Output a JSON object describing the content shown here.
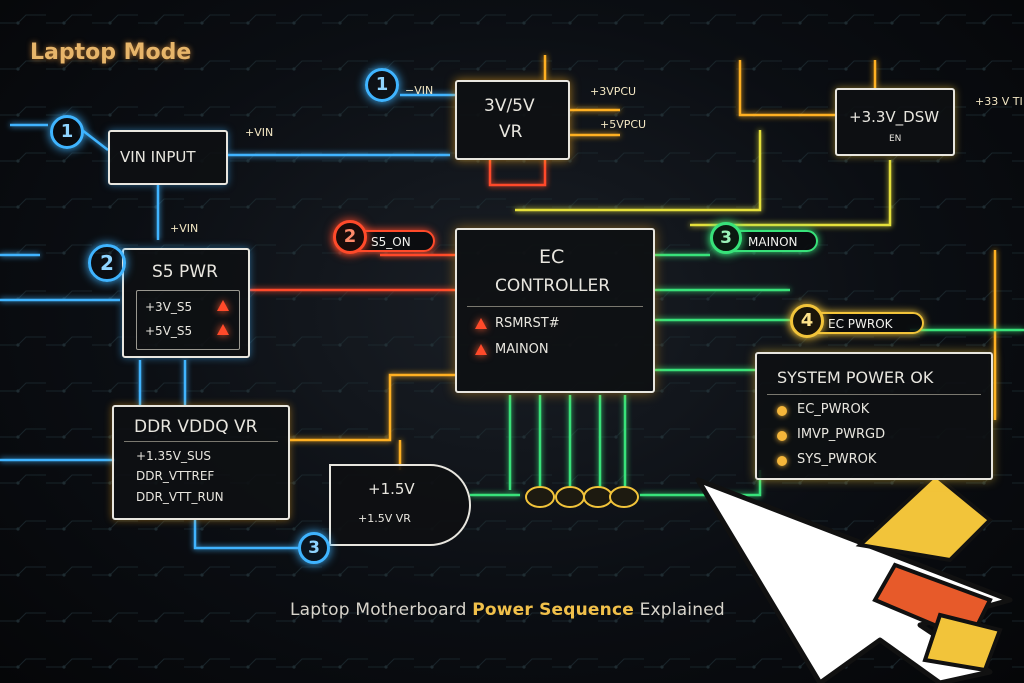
{
  "title": "Laptop Mode",
  "caption_regular": "Laptop Motherboard ",
  "caption_bold": "Power Sequence",
  "caption_end": " Explained",
  "colors": {
    "blue": "#3fb4ff",
    "orange": "#ffb020",
    "red": "#ff4a2a",
    "green": "#38e27a",
    "yellow": "#ffd23a"
  },
  "nodes": {
    "vin_input": {
      "label": "VIN INPUT",
      "step": "1"
    },
    "vr_3v5v": {
      "line1": "3V/5V",
      "line2": "VR",
      "step": "1"
    },
    "dsw": {
      "label": "+3.3V_DSW",
      "sub": "EN"
    },
    "s5_pwr": {
      "label": "S5 PWR",
      "step": "2",
      "rails": [
        "+3V_S5",
        "+5V_S5"
      ]
    },
    "ec": {
      "line1": "EC",
      "line2": "CONTROLLER",
      "signals": [
        "RSMRST#",
        "MAINON"
      ]
    },
    "ddr": {
      "label": "DDR VDDQ VR",
      "rails": [
        "+1.35V_SUS",
        "DDR_VTTREF",
        "DDR_VTT_RUN"
      ]
    },
    "vr15": {
      "label": "+1.5V",
      "sub": "+1.5V VR",
      "step": "3"
    },
    "sys_ok": {
      "label": "SYSTEM POWER OK",
      "signals": [
        "EC_PWROK",
        "IMVP_PWRGD",
        "SYS_PWROK"
      ]
    }
  },
  "signals": {
    "vin_minus": "−VIN",
    "vin_plus": "+VIN",
    "vin_plus_2": "+VIN",
    "vpcu_3": "+3VPCU",
    "vpcu_5": "+5VPCU",
    "v33_tail": "+33 V TI",
    "s5_on": {
      "step": "2",
      "label": "S5_ON"
    },
    "mainon": {
      "step": "3",
      "label": "MAINON"
    },
    "ec_pwrok": {
      "step": "4",
      "label": "EC PWROK"
    }
  },
  "icons": [
    "cursor-arrow-icon"
  ]
}
